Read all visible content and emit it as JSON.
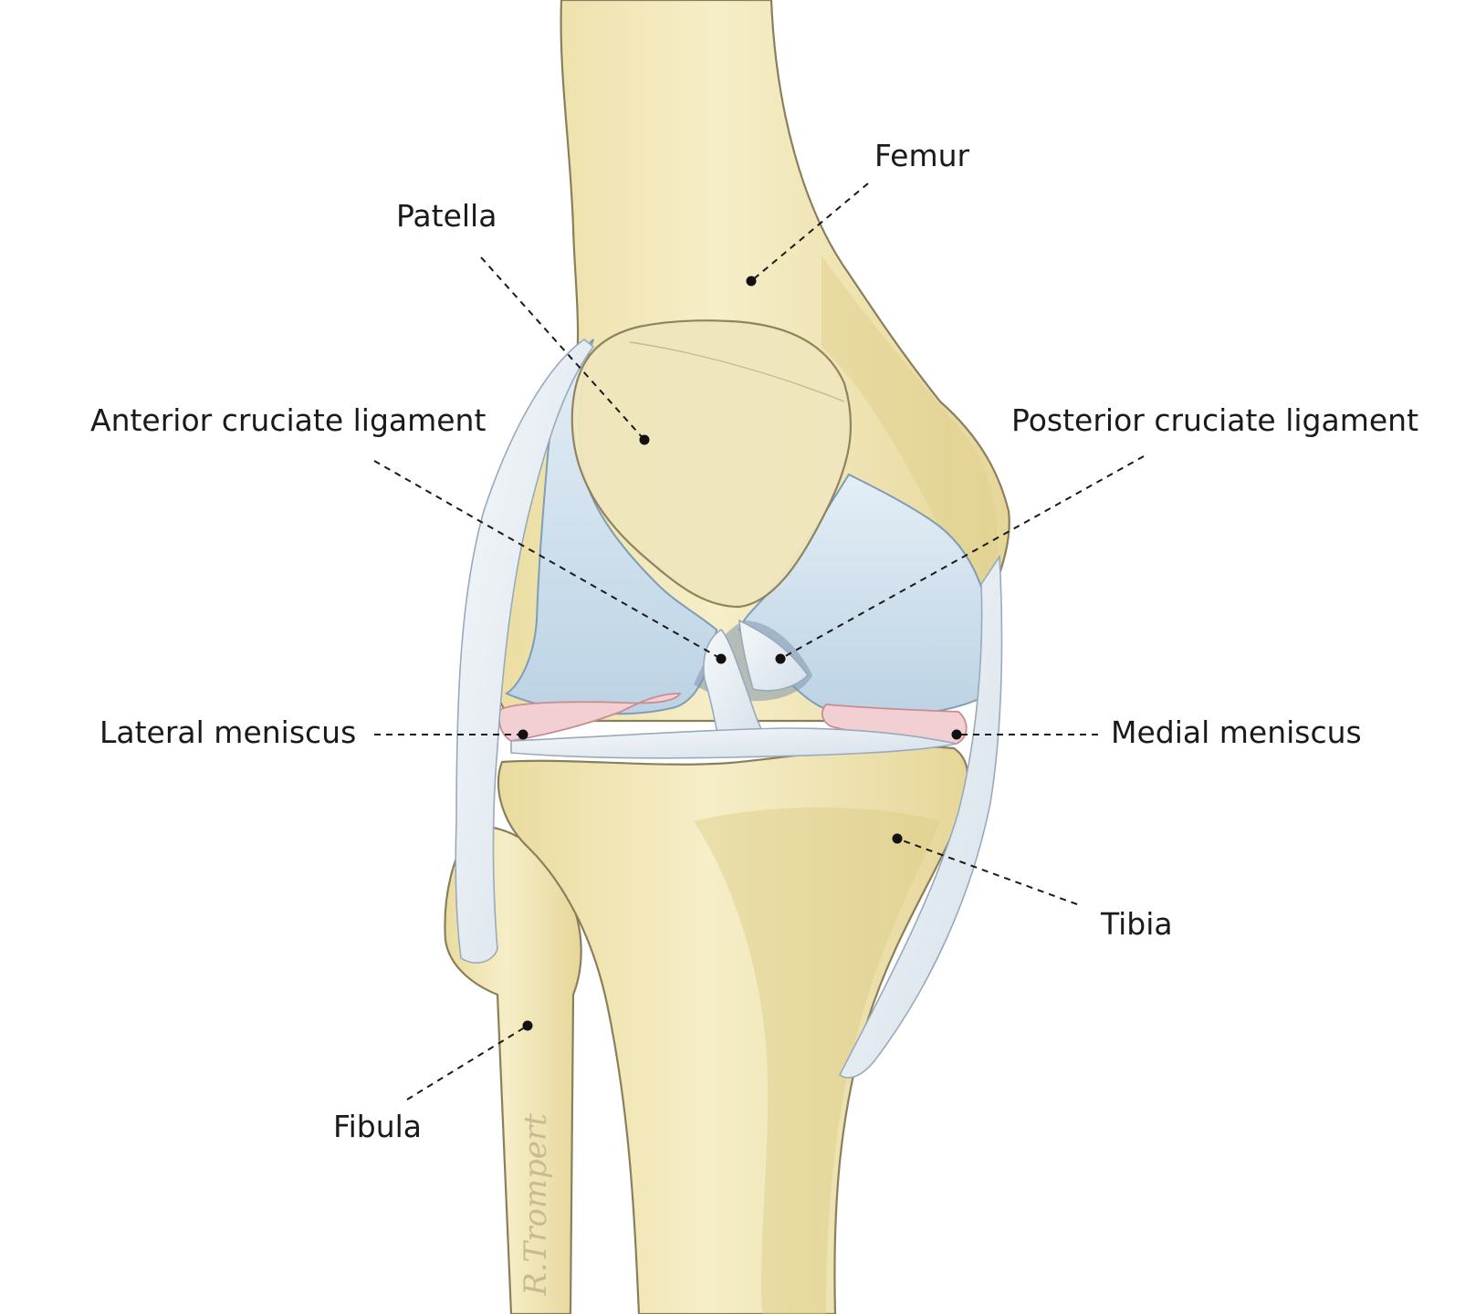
{
  "labels": {
    "femur": "Femur",
    "patella": "Patella",
    "acl": "Anterior cruciate ligament",
    "pcl": "Posterior cruciate ligament",
    "lateral_meniscus": "Lateral meniscus",
    "medial_meniscus": "Medial meniscus",
    "tibia": "Tibia",
    "fibula": "Fibula"
  },
  "signature": "R.Trompert",
  "colors": {
    "bone": "#f1e6b6",
    "bone_shadow": "#e2d394",
    "cartilage": "#d3e3ef",
    "ligament": "#e9eef3",
    "meniscus": "#f2cfd3",
    "ink": "#1a1a1a"
  }
}
